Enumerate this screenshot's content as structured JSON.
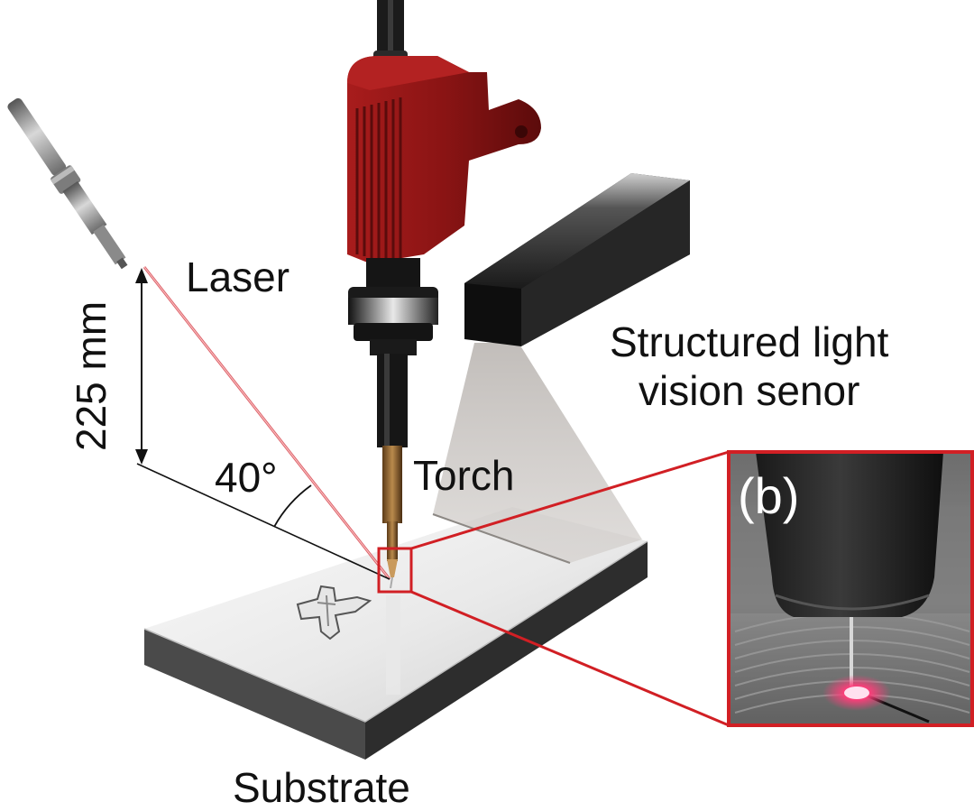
{
  "labels": {
    "laser": "Laser",
    "distance": "225 mm",
    "angle": "40°",
    "torch": "Torch",
    "sensor": "Structured light\nvision senor",
    "substrate": "Substrate",
    "inset_tag": "(b)"
  },
  "colors": {
    "torch_body": "#8e1616",
    "torch_body_dark": "#5a0c0c",
    "sensor_body": "#222222",
    "laser_beam": "#d2303a",
    "callout": "#d11f24",
    "substrate_top": "#f1f1f1",
    "substrate_side": "#3a3a3a",
    "light_plane": "#b9b4b0"
  }
}
